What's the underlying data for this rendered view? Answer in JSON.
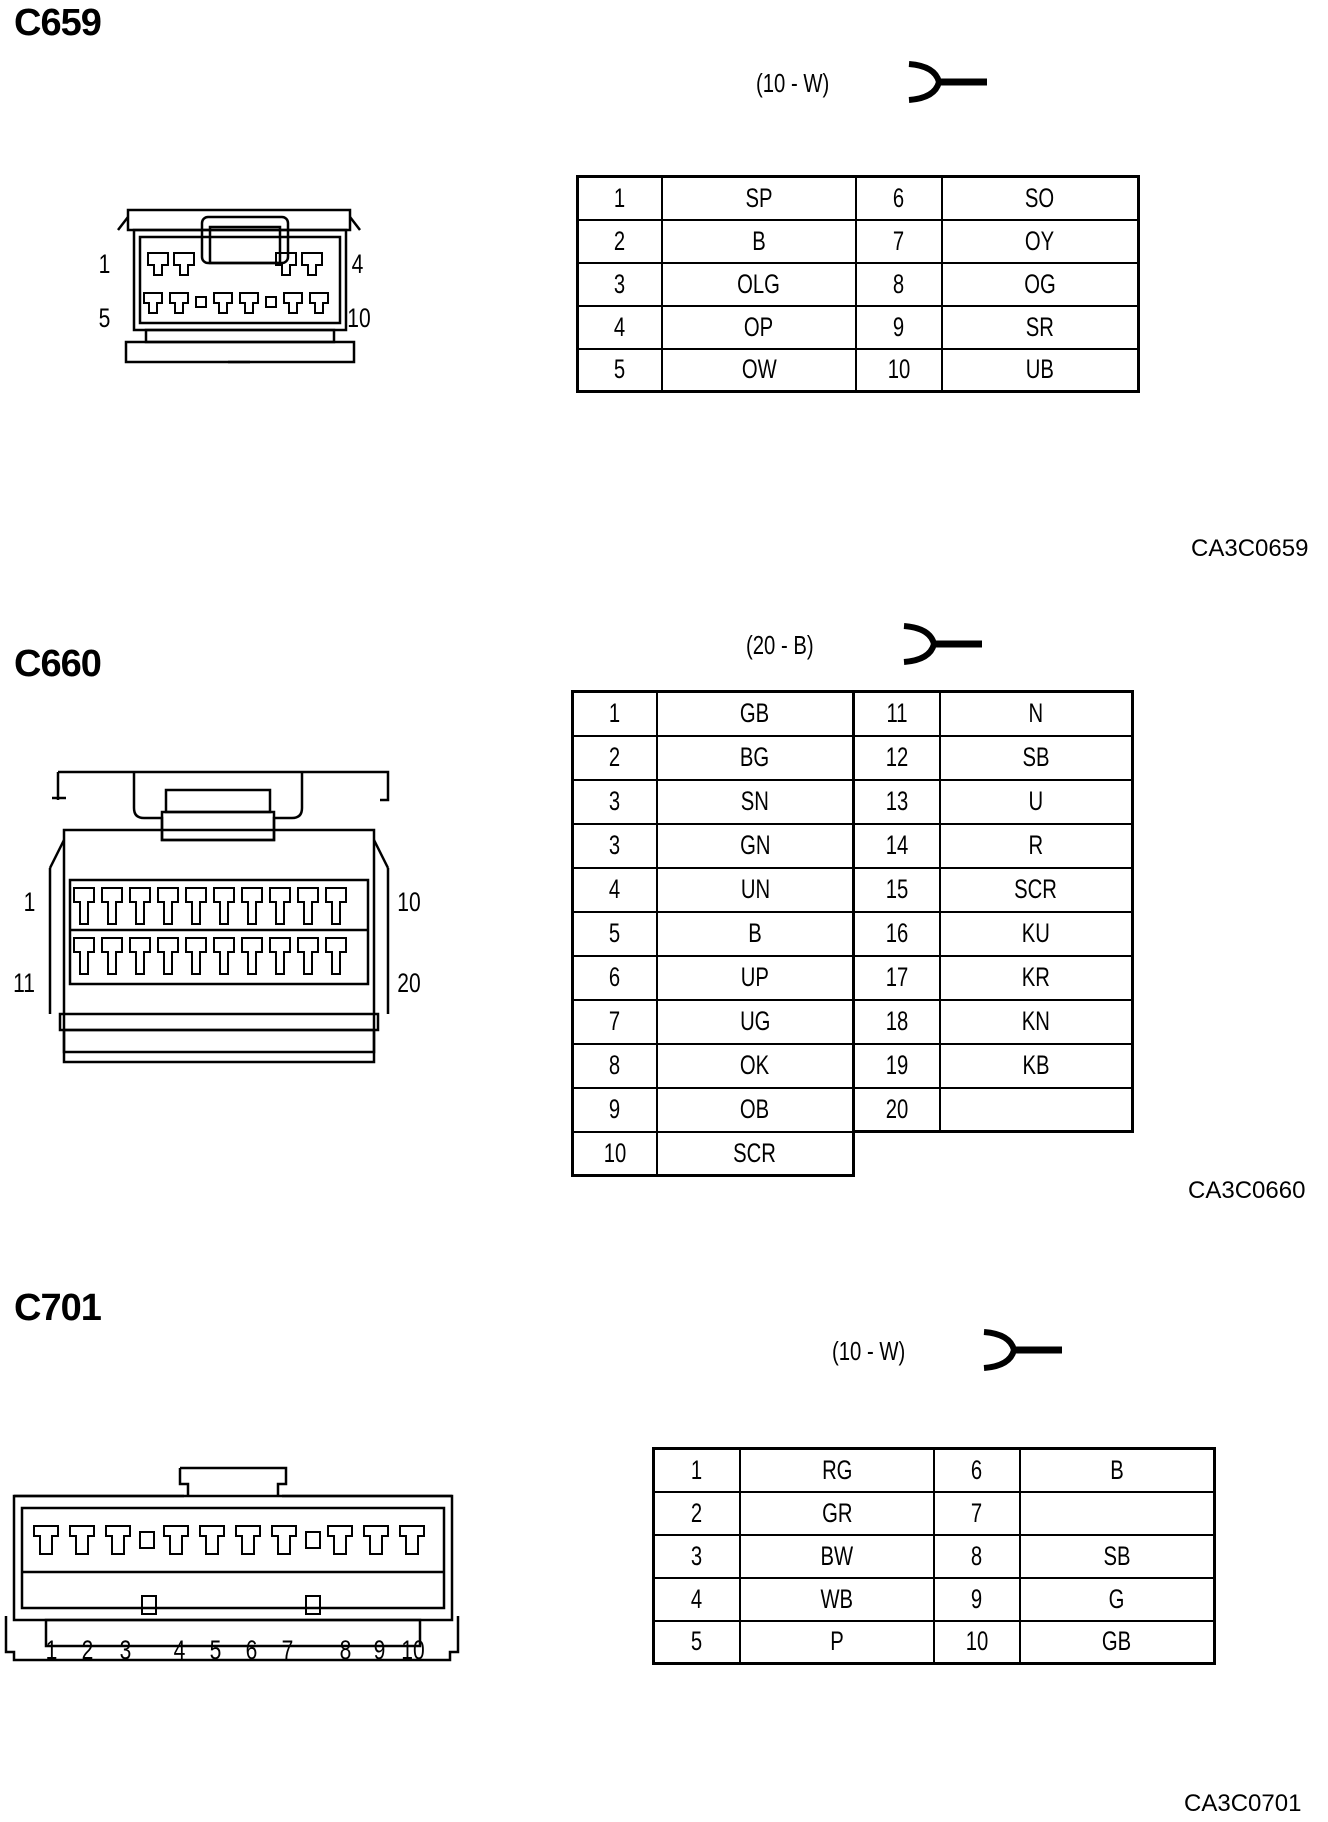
{
  "sections": [
    {
      "connector": "C659",
      "code": "(10 - W)",
      "figure_id": "CA3C0659",
      "end_labels": [
        "1",
        "4",
        "5",
        "10"
      ],
      "pins_left": [
        {
          "pin": "1",
          "wire": "SP"
        },
        {
          "pin": "2",
          "wire": "B"
        },
        {
          "pin": "3",
          "wire": "OLG"
        },
        {
          "pin": "4",
          "wire": "OP"
        },
        {
          "pin": "5",
          "wire": "OW"
        }
      ],
      "pins_right": [
        {
          "pin": "6",
          "wire": "SO"
        },
        {
          "pin": "7",
          "wire": "OY"
        },
        {
          "pin": "8",
          "wire": "OG"
        },
        {
          "pin": "9",
          "wire": "SR"
        },
        {
          "pin": "10",
          "wire": "UB"
        }
      ]
    },
    {
      "connector": "C660",
      "code": "(20 - B)",
      "figure_id": "CA3C0660",
      "end_labels": [
        "1",
        "10",
        "11",
        "20"
      ],
      "pins_left": [
        {
          "pin": "1",
          "wire": "GB"
        },
        {
          "pin": "2",
          "wire": "BG"
        },
        {
          "pin": "3",
          "wire": "SN"
        },
        {
          "pin": "3",
          "wire": "GN"
        },
        {
          "pin": "4",
          "wire": "UN"
        },
        {
          "pin": "5",
          "wire": "B"
        },
        {
          "pin": "6",
          "wire": "UP"
        },
        {
          "pin": "7",
          "wire": "UG"
        },
        {
          "pin": "8",
          "wire": "OK"
        },
        {
          "pin": "9",
          "wire": "OB"
        },
        {
          "pin": "10",
          "wire": "SCR"
        }
      ],
      "pins_right": [
        {
          "pin": "11",
          "wire": "N"
        },
        {
          "pin": "12",
          "wire": "SB"
        },
        {
          "pin": "13",
          "wire": "U"
        },
        {
          "pin": "14",
          "wire": "R"
        },
        {
          "pin": "15",
          "wire": "SCR"
        },
        {
          "pin": "16",
          "wire": "KU"
        },
        {
          "pin": "17",
          "wire": "KR"
        },
        {
          "pin": "18",
          "wire": "KN"
        },
        {
          "pin": "19",
          "wire": "KB"
        },
        {
          "pin": "20",
          "wire": ""
        }
      ]
    },
    {
      "connector": "C701",
      "code": "(10 - W)",
      "figure_id": "CA3C0701",
      "end_labels": [
        "1",
        "2",
        "3",
        "4",
        "5",
        "6",
        "7",
        "8",
        "9",
        "10"
      ],
      "pins_left": [
        {
          "pin": "1",
          "wire": "RG"
        },
        {
          "pin": "2",
          "wire": "GR"
        },
        {
          "pin": "3",
          "wire": "BW"
        },
        {
          "pin": "4",
          "wire": "WB"
        },
        {
          "pin": "5",
          "wire": "P"
        }
      ],
      "pins_right": [
        {
          "pin": "6",
          "wire": "B"
        },
        {
          "pin": "7",
          "wire": ""
        },
        {
          "pin": "8",
          "wire": "SB"
        },
        {
          "pin": "9",
          "wire": "G"
        },
        {
          "pin": "10",
          "wire": "GB"
        }
      ]
    }
  ]
}
